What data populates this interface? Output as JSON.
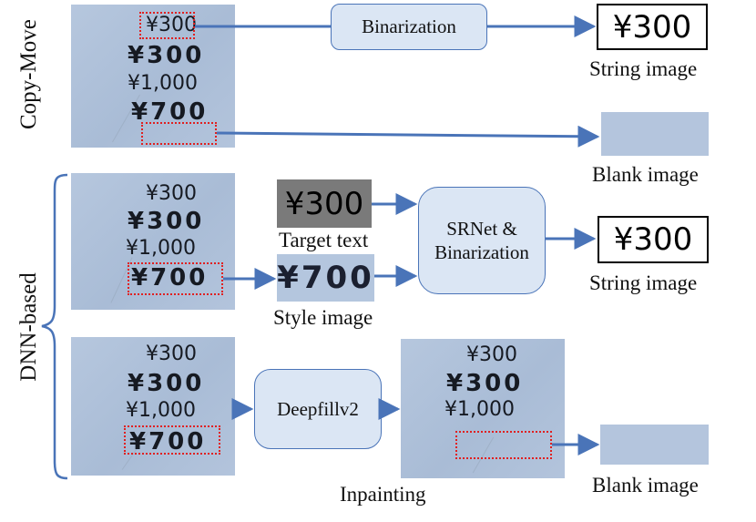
{
  "colors": {
    "arrow": "#4a74b8",
    "process_fill": "#dbe6f4",
    "dash_box": "#e02020",
    "photo": "#b0c2db"
  },
  "sections": {
    "copy_move": "Copy-Move",
    "dnn_based": "DNN-based"
  },
  "photo_lines": [
    "¥300",
    "¥300",
    "¥1,000",
    "¥700"
  ],
  "processes": {
    "binarization": "Binarization",
    "srnet_line1": "SRNet &",
    "srnet_line2": "Binarization",
    "deepfill": "Deepfillv2"
  },
  "captions": {
    "string_image": "String image",
    "blank_image": "Blank image",
    "target_text": "Target text",
    "style_image": "Style image",
    "inpainting": "Inpainting"
  },
  "images": {
    "string_text": "¥300",
    "target_text": "¥300",
    "style_text": "¥700"
  }
}
